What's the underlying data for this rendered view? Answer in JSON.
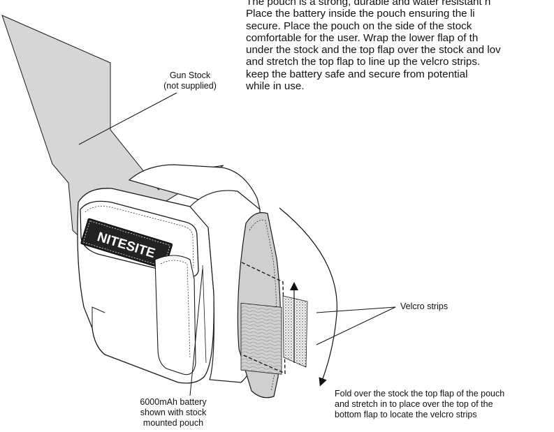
{
  "instructions": {
    "lines": [
      "The pouch is a strong, durable and water resistant n",
      "Place the battery inside the pouch ensuring the li",
      "secure. Place the pouch on the side of the stock",
      "comfortable for the user. Wrap the lower flap of th",
      "under the stock and the top flap over the stock and lov",
      "and stretch the top flap to line up the velcro strips.",
      "keep the battery safe and secure from potential",
      "while in use."
    ]
  },
  "labels": {
    "gun_stock": [
      "Gun Stock",
      "(not supplied)"
    ],
    "velcro": "Velcro strips",
    "battery": [
      "6000mAh battery",
      "shown with stock",
      "mounted pouch"
    ],
    "fold": [
      "Fold over the stock the top flap of the pouch",
      "and stretch in to place over the top of the",
      "bottom flap to locate the velcro strips"
    ]
  },
  "logo_text": "NITESITE",
  "colors": {
    "stock_fill": "#d6d6d6",
    "flap_fill": "#cfcfcf",
    "outline": "#1a1a1a",
    "pouch_fill": "#ffffff"
  }
}
